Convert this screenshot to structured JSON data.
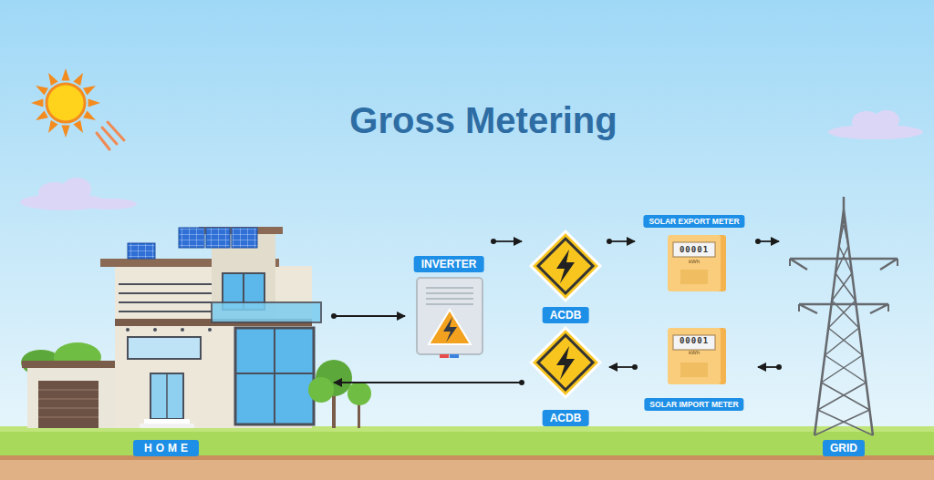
{
  "diagram": {
    "title": "Gross Metering",
    "nodes": [
      {
        "text": [
          "HOME"
        ]
      },
      {
        "text": [
          "INVERTER"
        ]
      },
      {
        "text": [
          "ACDB"
        ]
      },
      {
        "text": [
          "ACDB"
        ]
      },
      {
        "text": [
          "SOLAR EXPORT METER",
          "00001",
          "kWh"
        ]
      },
      {
        "text": [
          "SOLAR IMPORT METER",
          "00001",
          "kWh"
        ]
      },
      {
        "text": [
          "GRID"
        ]
      }
    ],
    "edges": [
      {
        "from": 0,
        "to": 1,
        "arrow": "to"
      },
      {
        "from": 1,
        "to": 2,
        "arrow": "to"
      },
      {
        "from": 2,
        "to": 4,
        "arrow": "to"
      },
      {
        "from": 4,
        "to": 6,
        "arrow": "to"
      },
      {
        "from": 6,
        "to": 5,
        "arrow": "to"
      },
      {
        "from": 5,
        "to": 3,
        "arrow": "to"
      },
      {
        "from": 3,
        "to": 0,
        "arrow": "to"
      }
    ]
  }
}
